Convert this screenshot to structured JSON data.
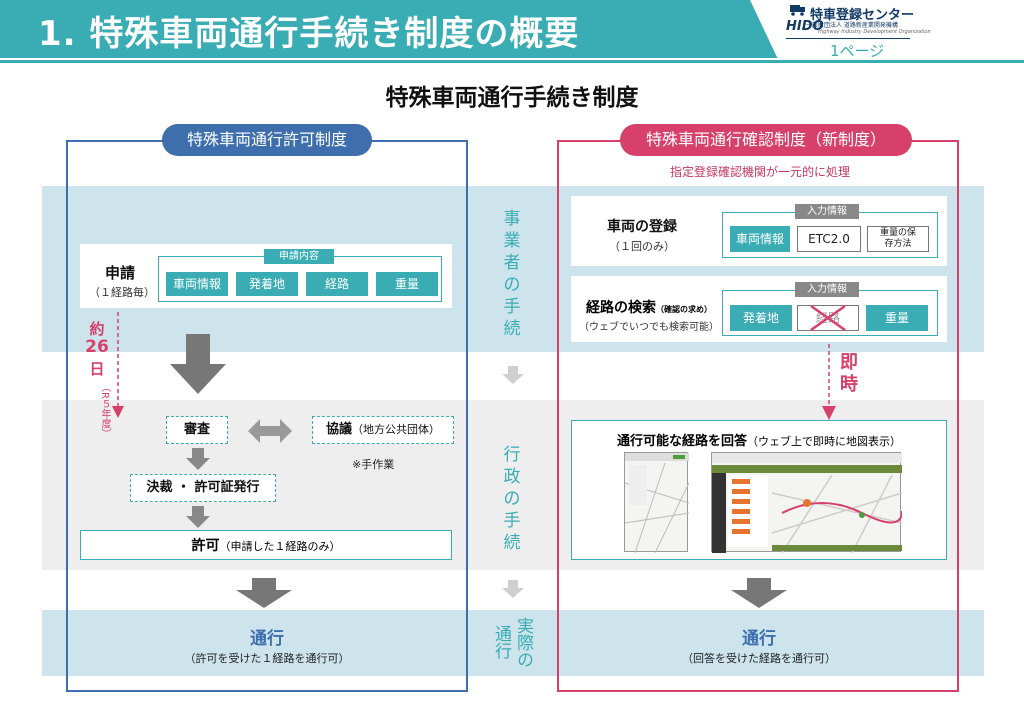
{
  "header": {
    "title": "1. 特殊車両通行手続き制度の概要",
    "page": "1ページ"
  },
  "logo": {
    "name": "特車登録センター",
    "sub": "一般財団法人 道路新産業開発機構",
    "sub_en": "Highway Industry Development Organization",
    "mark": "HIDO"
  },
  "main_title": "特殊車両通行手続き制度",
  "sections": {
    "applicant": "事業者の手続",
    "admin": "行政の手続",
    "actual": "実際の通行"
  },
  "left": {
    "title": "特殊車両通行許可制度",
    "apply_label": "申請",
    "apply_note": "（１経路毎）",
    "content_header": "申請内容",
    "content_items": [
      "車両情報",
      "発着地",
      "経路",
      "重量"
    ],
    "days_prefix": "約",
    "days_value": "26",
    "days_unit": "日",
    "days_note": "（R５年度）",
    "review": "審査",
    "consult": "協議",
    "consult_note": "（地方公共団体）",
    "manual_note": "※手作業",
    "decision": "決裁 ・ 許可証発行",
    "permit": "許可",
    "permit_note": "（申請した１経路のみ）",
    "travel": "通行",
    "travel_note": "（許可を受けた１経路を通行可）"
  },
  "right": {
    "title": "特殊車両通行確認制度（新制度）",
    "subtitle": "指定登録確認機関が一元的に処理",
    "reg_label": "車両の登録",
    "reg_note": "（１回のみ）",
    "input_header": "入力情報",
    "reg_items": [
      "車両情報",
      "ETC2.0",
      "重量の保存方法"
    ],
    "search_label": "経路の検索",
    "search_label_small": "（確認の求め）",
    "search_note": "（ウェブでいつでも検索可能）",
    "search_items": [
      "発着地",
      "経路",
      "重量"
    ],
    "instant": "即時",
    "answer_label": "通行可能な経路を回答",
    "answer_note": "（ウェブ上で即時に地図表示）",
    "travel": "通行",
    "travel_note": "（回答を受けた経路を通行可）"
  },
  "colors": {
    "teal": "#3aacb4",
    "blue": "#3e6eac",
    "pink": "#d6406a"
  }
}
